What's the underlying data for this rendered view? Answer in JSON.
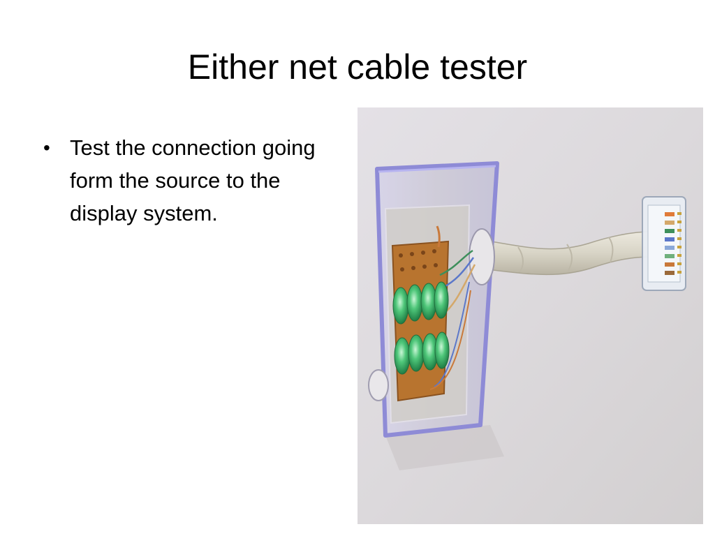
{
  "slide": {
    "title": "Either net cable tester",
    "bullets": [
      {
        "marker": "•",
        "text": "Test the connection going form the source to the display system."
      }
    ]
  },
  "photo": {
    "icon": "network-cable-tester-photo",
    "colors": {
      "background": "#dcd9dc",
      "case_edge": "#8e8bd6",
      "pcb": "#b8742f",
      "led": "#3fb36a",
      "cable": "#d8d4c6",
      "connector": "#e9eef4"
    }
  }
}
